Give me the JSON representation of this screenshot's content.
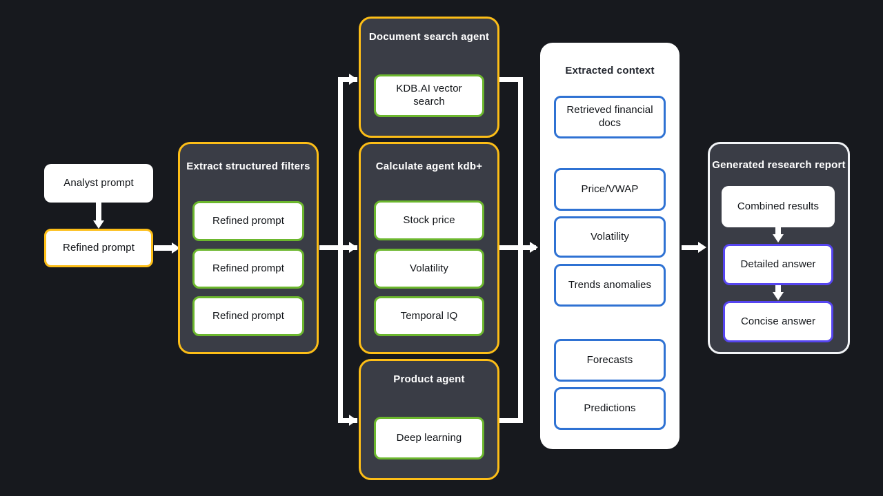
{
  "diagram": {
    "background_color": "#17191e",
    "accent_colors": {
      "amber": "#fdbe17",
      "green": "#6cb72e",
      "blue": "#2f72d3",
      "purple": "#5645f0",
      "panel": "#3a3d46",
      "white": "#ffffff"
    }
  },
  "input": {
    "analyst_prompt": "Analyst prompt",
    "refined_prompt": "Refined prompt"
  },
  "extract_panel": {
    "title": "Extract  structured filters",
    "items": [
      {
        "label": "Refined prompt"
      },
      {
        "label": "Refined prompt"
      },
      {
        "label": "Refined prompt"
      }
    ]
  },
  "agents": [
    {
      "title": "Document search agent",
      "items": [
        {
          "label": "KDB.AI vector search"
        }
      ]
    },
    {
      "title": "Calculate agent kdb+",
      "items": [
        {
          "label": "Stock price"
        },
        {
          "label": "Volatility"
        },
        {
          "label": "Temporal IQ"
        }
      ]
    },
    {
      "title": "Product agent",
      "items": [
        {
          "label": "Deep learning"
        }
      ]
    }
  ],
  "context_panel": {
    "title": "Extracted context",
    "groups": [
      {
        "items": [
          {
            "label": "Retrieved financial docs"
          }
        ]
      },
      {
        "items": [
          {
            "label": "Price/VWAP"
          },
          {
            "label": "Volatility"
          },
          {
            "label": "Trends anomalies"
          }
        ]
      },
      {
        "items": [
          {
            "label": "Forecasts"
          },
          {
            "label": "Predictions"
          }
        ]
      }
    ]
  },
  "report_panel": {
    "title": "Generated research report",
    "items": [
      {
        "label": "Combined results",
        "style": "plain"
      },
      {
        "label": "Detailed answer",
        "style": "purple"
      },
      {
        "label": "Concise answer",
        "style": "purple"
      }
    ]
  }
}
